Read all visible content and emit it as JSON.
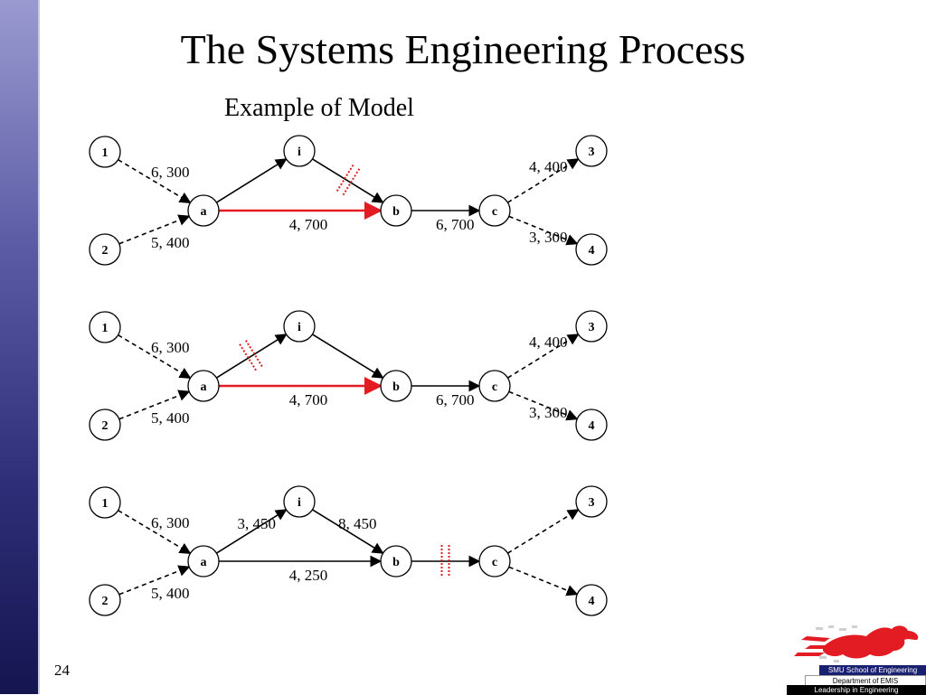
{
  "slide": {
    "title": "The Systems Engineering Process",
    "subtitle": "Example of Model",
    "page_number": "24"
  },
  "colors": {
    "side_band_top": "#9a9ad0",
    "side_band_bottom": "#151550",
    "critical_path": "#e31b23",
    "cut_mark": "#e31b23",
    "edge": "#000000"
  },
  "diagrams": [
    {
      "nodes": {
        "n1": "1",
        "n2": "2",
        "a": "a",
        "i": "i",
        "b": "b",
        "c": "c",
        "n3": "3",
        "n4": "4"
      },
      "edges": [
        {
          "from": "n1",
          "to": "a",
          "style": "dashed",
          "label": "6, 300"
        },
        {
          "from": "n2",
          "to": "a",
          "style": "dashed",
          "label": "5, 400"
        },
        {
          "from": "a",
          "to": "i",
          "style": "solid",
          "label": ""
        },
        {
          "from": "i",
          "to": "b",
          "style": "solid",
          "label": "",
          "cut": true
        },
        {
          "from": "a",
          "to": "b",
          "style": "critical",
          "label": "4, 700"
        },
        {
          "from": "b",
          "to": "c",
          "style": "solid",
          "label": "6, 700"
        },
        {
          "from": "c",
          "to": "n3",
          "style": "dashed",
          "label": "4, 400"
        },
        {
          "from": "c",
          "to": "n4",
          "style": "dashed",
          "label": "3, 300"
        }
      ]
    },
    {
      "nodes": {
        "n1": "1",
        "n2": "2",
        "a": "a",
        "i": "i",
        "b": "b",
        "c": "c",
        "n3": "3",
        "n4": "4"
      },
      "edges": [
        {
          "from": "n1",
          "to": "a",
          "style": "dashed",
          "label": "6, 300"
        },
        {
          "from": "n2",
          "to": "a",
          "style": "dashed",
          "label": "5, 400"
        },
        {
          "from": "a",
          "to": "i",
          "style": "solid",
          "label": "",
          "cut": true
        },
        {
          "from": "i",
          "to": "b",
          "style": "solid",
          "label": ""
        },
        {
          "from": "a",
          "to": "b",
          "style": "critical",
          "label": "4, 700"
        },
        {
          "from": "b",
          "to": "c",
          "style": "solid",
          "label": "6, 700"
        },
        {
          "from": "c",
          "to": "n3",
          "style": "dashed",
          "label": "4, 400"
        },
        {
          "from": "c",
          "to": "n4",
          "style": "dashed",
          "label": "3, 300"
        }
      ]
    },
    {
      "nodes": {
        "n1": "1",
        "n2": "2",
        "a": "a",
        "i": "i",
        "b": "b",
        "c": "c",
        "n3": "3",
        "n4": "4"
      },
      "edges": [
        {
          "from": "n1",
          "to": "a",
          "style": "dashed",
          "label": "6, 300"
        },
        {
          "from": "n2",
          "to": "a",
          "style": "dashed",
          "label": "5, 400"
        },
        {
          "from": "a",
          "to": "i",
          "style": "solid",
          "label": "3, 450"
        },
        {
          "from": "i",
          "to": "b",
          "style": "solid",
          "label": "8, 450"
        },
        {
          "from": "a",
          "to": "b",
          "style": "solid",
          "label": "4, 250"
        },
        {
          "from": "b",
          "to": "c",
          "style": "solid",
          "label": "",
          "cut": true
        },
        {
          "from": "c",
          "to": "n3",
          "style": "dashed",
          "label": ""
        },
        {
          "from": "c",
          "to": "n4",
          "style": "dashed",
          "label": ""
        }
      ]
    }
  ],
  "logo": {
    "line1": "SMU School of Engineering",
    "line2": "Department of EMIS",
    "line3": "Leadership in Engineering"
  }
}
